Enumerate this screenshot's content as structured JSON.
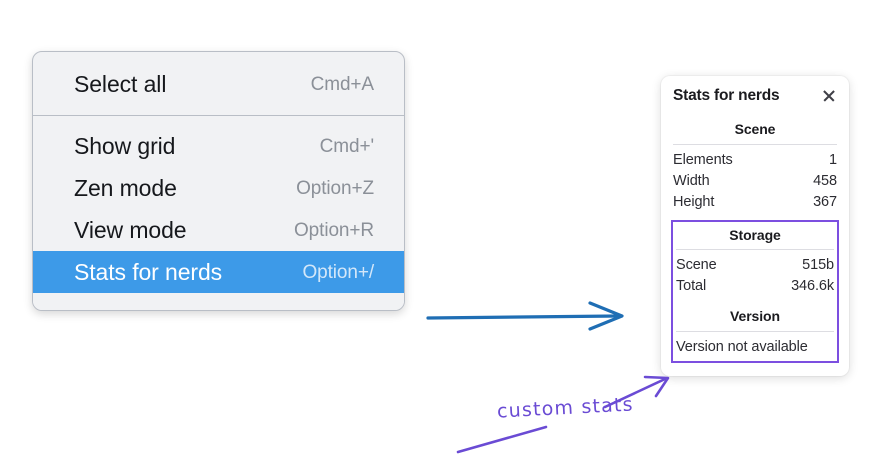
{
  "menu": {
    "groups": [
      {
        "items": [
          {
            "label": "Select all",
            "shortcut": "Cmd+A",
            "selected": false
          }
        ]
      },
      {
        "items": [
          {
            "label": "Show grid",
            "shortcut": "Cmd+'",
            "selected": false
          },
          {
            "label": "Zen mode",
            "shortcut": "Option+Z",
            "selected": false
          },
          {
            "label": "View mode",
            "shortcut": "Option+R",
            "selected": false
          },
          {
            "label": "Stats for nerds",
            "shortcut": "Option+/",
            "selected": true
          }
        ]
      }
    ]
  },
  "stats_panel": {
    "title": "Stats for nerds",
    "close_icon": "close-icon",
    "scene": {
      "heading": "Scene",
      "rows": [
        {
          "label": "Elements",
          "value": "1"
        },
        {
          "label": "Width",
          "value": "458"
        },
        {
          "label": "Height",
          "value": "367"
        }
      ]
    },
    "storage": {
      "heading": "Storage",
      "rows": [
        {
          "label": "Scene",
          "value": "515b"
        },
        {
          "label": "Total",
          "value": "346.6k"
        }
      ]
    },
    "version": {
      "heading": "Version",
      "text": "Version not available"
    }
  },
  "annotations": {
    "custom_stats_label": "custom stats",
    "arrow_blue_color": "#1f6eb4",
    "arrow_purple_color": "#6a4bd4"
  },
  "colors": {
    "menu_background": "#f1f2f4",
    "menu_border": "#b9bec6",
    "selection_blue": "#3d9ae8",
    "highlight_purple": "#7c4fe0",
    "page_background": "#ffffff"
  }
}
